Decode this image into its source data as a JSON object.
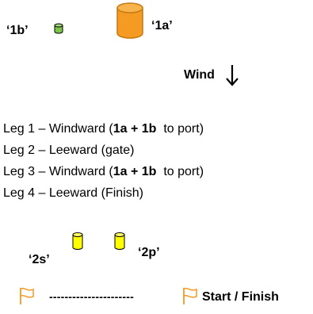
{
  "marks": {
    "m1b": "‘1b’",
    "m1a": "‘1a’",
    "m2s": "‘2s’",
    "m2p": "‘2p’"
  },
  "wind": {
    "label": "Wind",
    "arrow": "↓"
  },
  "legs": [
    {
      "prefix": "Leg 1 – Windward (",
      "b1": "1a",
      "plus": " + ",
      "b2": "1b",
      "suffix": "  to port)"
    },
    {
      "text": "Leg 2 – Leeward (gate)"
    },
    {
      "prefix": "Leg 3 – Windward (",
      "b1": "1a",
      "plus": " + ",
      "b2": "1b",
      "suffix": "  to port)"
    },
    {
      "text": "Leg 4 – Leeward (Finish)"
    }
  ],
  "start_line": {
    "dashes": "----------------------",
    "label": "Start / Finish"
  },
  "colors": {
    "buoy_green": "#7cc44a",
    "buoy_orange": "#f59a23",
    "buoy_yellow": "#ffff00",
    "flag": "#f59a23"
  }
}
